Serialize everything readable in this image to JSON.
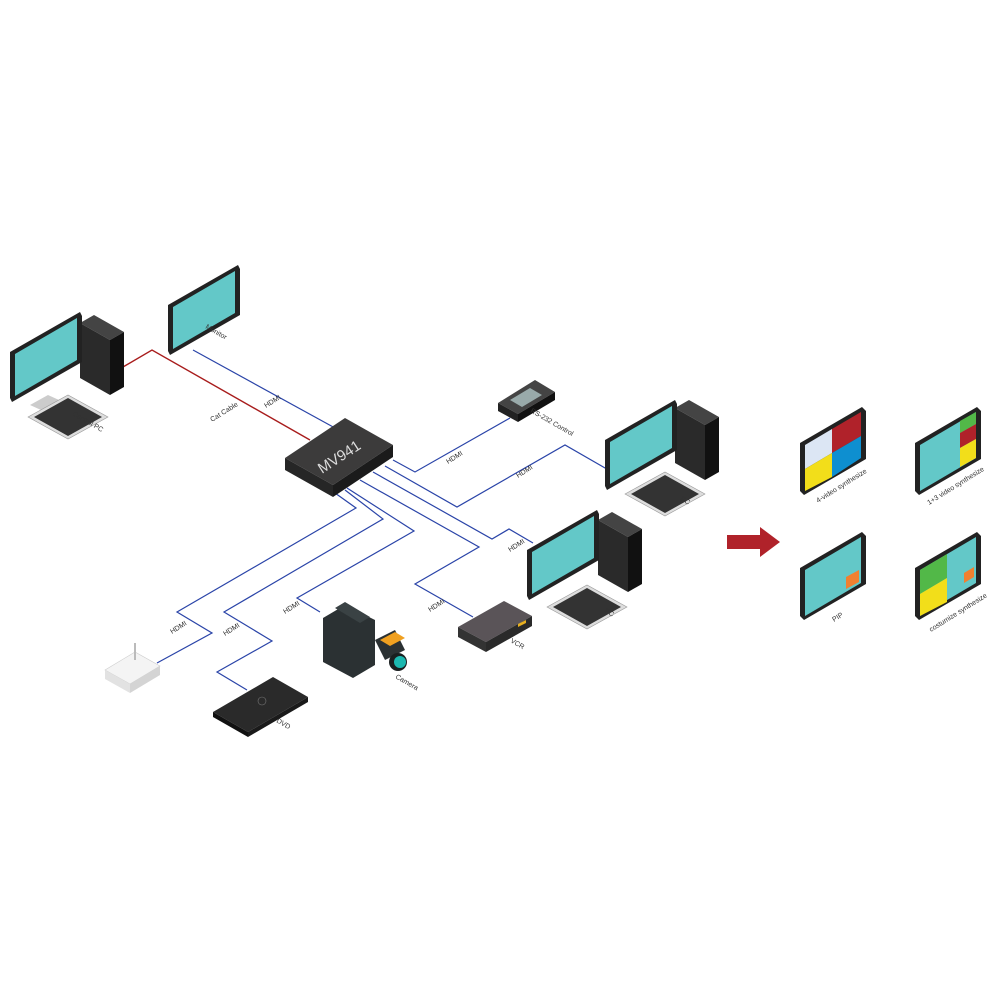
{
  "hub": {
    "name": "MV941"
  },
  "devices": {
    "control_pc": "Control PC",
    "monitor": "Monitor",
    "rs232": "RS-232 Control",
    "pc_top": "PC",
    "pc_mid": "PC",
    "vcr": "VCR",
    "camera": "Camera",
    "dvd": "DVD"
  },
  "cables": {
    "cat": "Cat Cable",
    "hdmi_monitor": "HDMI",
    "hdmi_rs232": "HDMI",
    "hdmi_pc_top": "HDMI",
    "hdmi_pc_mid": "HDMI",
    "hdmi_vcr": "HDMI",
    "hdmi_camera": "HDMI",
    "hdmi_dvd": "HDMI",
    "hdmi_router": "HDMI"
  },
  "modes": [
    {
      "label": "4-video synthesize"
    },
    {
      "label": "1+3 video synthesize"
    },
    {
      "label": "PIP"
    },
    {
      "label": "costumize synthesize"
    }
  ],
  "colors": {
    "cable_hdmi": "#2a44a8",
    "cable_cat": "#a81c1c",
    "screen": "#63c8c8",
    "arrow": "#b0222a"
  }
}
